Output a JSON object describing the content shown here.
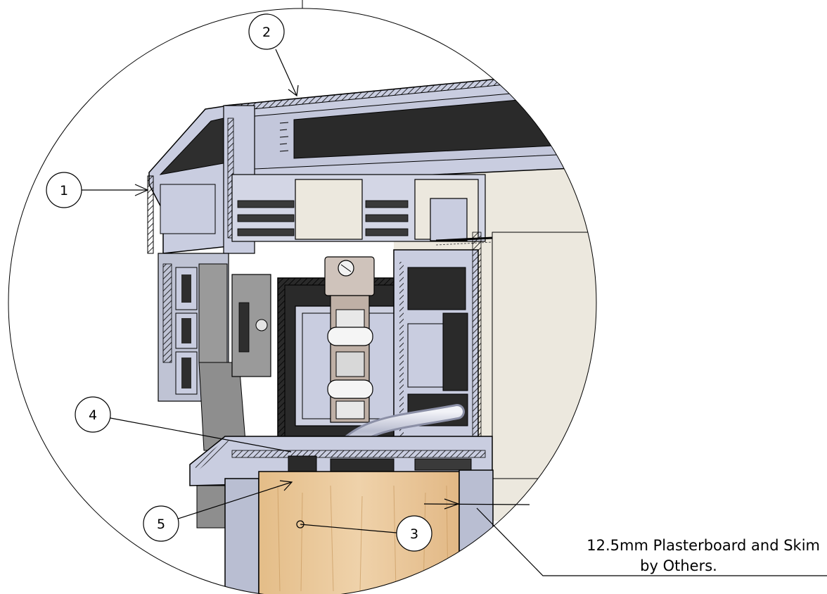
{
  "callouts": [
    {
      "number": "1"
    },
    {
      "number": "2"
    },
    {
      "number": "3"
    },
    {
      "number": "4"
    },
    {
      "number": "5"
    }
  ],
  "note": {
    "line1": "12.5mm Plasterboard and Skim",
    "line2": "by Others."
  },
  "colors": {
    "frame": "#c9cde0",
    "frame_shadow": "#8e93ab",
    "dark_cavity": "#2a2a2a",
    "glass_light": "#ebe6dc",
    "timber": "#e8c79a",
    "grey_bracket": "#9a9a9a",
    "outline": "#000000"
  }
}
